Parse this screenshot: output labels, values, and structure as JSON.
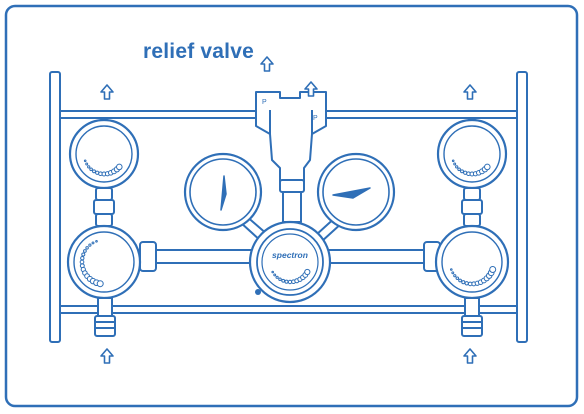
{
  "callout": {
    "label": "relief valve"
  },
  "device": {
    "brand": "spectron"
  },
  "colors": {
    "line": "#2f6fb7",
    "fill": "#ffffff",
    "frame": "#2f6fb7"
  },
  "arrows": {
    "count_top": 4,
    "count_bottom": 2,
    "direction": "up"
  }
}
